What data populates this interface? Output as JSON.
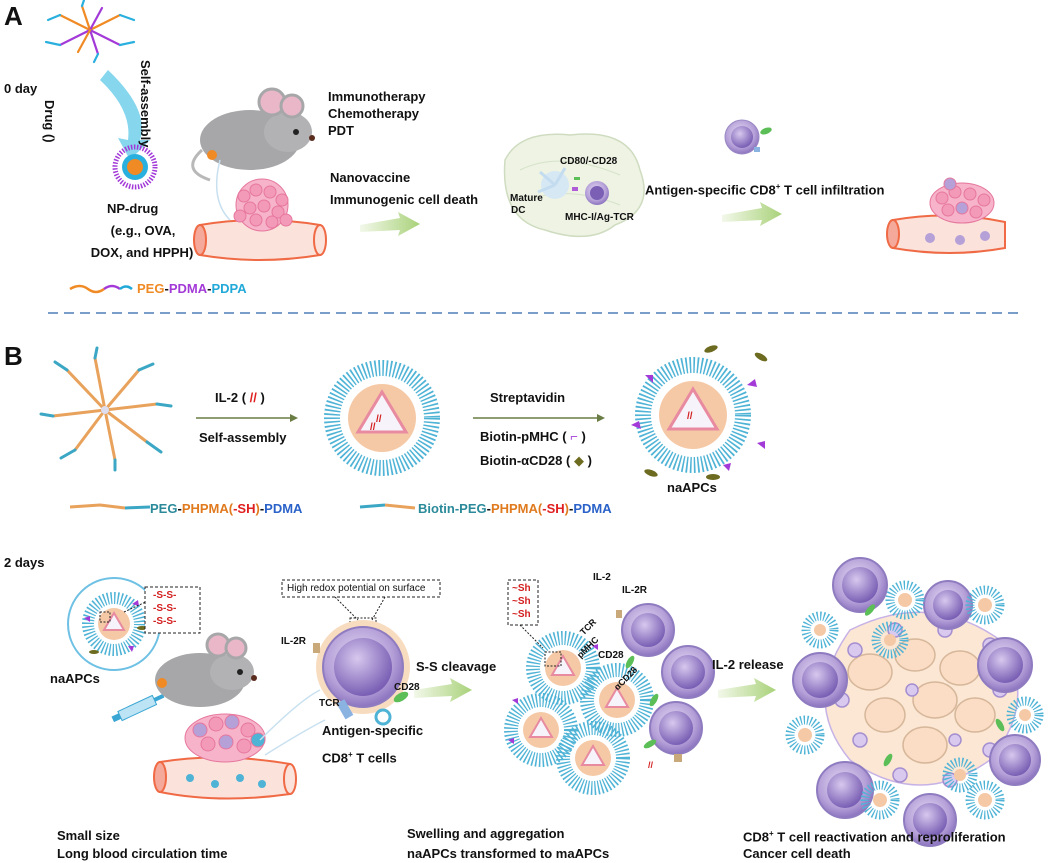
{
  "panel_a": {
    "letter": "A",
    "day": "0 day",
    "drug_label": "Drug (",
    "drug_close": ")",
    "self_assembly": "Self-assembly",
    "therapies": [
      "Immunotherapy",
      "Chemotherapy",
      "PDT"
    ],
    "np_drug": "NP-drug",
    "np_examples": [
      "(e.g., OVA,",
      "DOX, and HPPH)"
    ],
    "mechanisms": [
      "Nanovaccine",
      "Immunogenic cell death"
    ],
    "cd80": "CD80/-CD28",
    "mature_dc": [
      "Mature",
      "DC"
    ],
    "mhc": "MHC-I/Ag-TCR",
    "infiltration": "Antigen-specific CD8",
    "infiltration_sup": "+",
    "infiltration_tail": " T cell infiltration",
    "polymer": {
      "peg": "PEG",
      "sep1": "-",
      "pdma": "PDMA",
      "sep2": "-",
      "pdpa": "PDPA"
    }
  },
  "panel_b": {
    "letter": "B",
    "il2_label": "IL-2 (",
    "il2_close": ")",
    "self_assembly": "Self-assembly",
    "streptavidin": "Streptavidin",
    "biotin_pmhc": "Biotin-pMHC (",
    "biotin_pmhc_close": ")",
    "biotin_acd28": "Biotin-αCD28 (",
    "biotin_acd28_close": ")",
    "naapcs": "naAPCs",
    "polymer1": {
      "peg": "PEG",
      "sep1": "-",
      "phpma": "PHPMA(",
      "sh": "-SH",
      "close": ")",
      "sep2": "-",
      "pdma": "PDMA"
    },
    "polymer2": {
      "biotin_peg": "Biotin-PEG",
      "sep1": "-",
      "phpma": "PHPMA(",
      "sh": "-SH",
      "close": ")",
      "sep2": "-",
      "pdma": "PDMA"
    }
  },
  "panel_c": {
    "day": "2 days",
    "naapcs": "naAPCs",
    "disulfide": [
      "-S-S-",
      "-S-S-",
      "-S-S-"
    ],
    "redox_box": "High redox potential on surface",
    "il2r": "IL-2R",
    "tcr": "TCR",
    "cd28": "CD28",
    "antigen_specific": "Antigen-specific",
    "cd8_cells": "CD8",
    "cd8_sup": "+",
    "cd8_tail": " T cells",
    "ss_cleavage": "S-S cleavage",
    "sh_list": [
      "~Sh",
      "~Sh",
      "~Sh"
    ],
    "il2": "IL-2",
    "il2r2": "IL-2R",
    "tcr2": "TCR",
    "pmhc": "pMHC",
    "cd28b": "CD28",
    "acd28": "αCD28",
    "il2_release": "IL-2 release",
    "caption_left": [
      "Small size",
      "Long blood circulation time"
    ],
    "caption_mid": [
      "Swelling and aggregation",
      "naAPCs transformed to maAPCs"
    ],
    "caption_right": [
      "CD8",
      "+",
      " T cell reactivation and reproliferation",
      "Cancer cell death"
    ]
  },
  "colors": {
    "peg": "#f08a24",
    "pdma_a": "#a33ad8",
    "pdpa": "#21a9d8",
    "pdma_b": "#2a62c9",
    "sh": "#e02020",
    "teal": "#2b8a9a",
    "cell": "#b9a6dc",
    "tumor": "#f4a7c4",
    "vessel": "#f07a55",
    "arrow": "#b8d88a"
  }
}
